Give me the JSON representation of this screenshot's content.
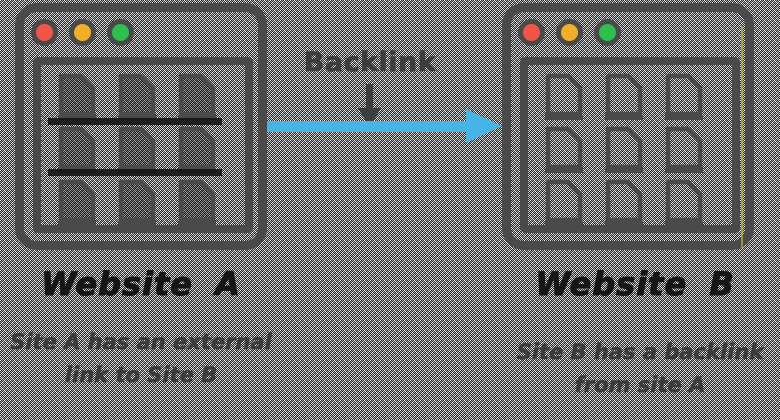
{
  "labels": {
    "backlink": "Backlink"
  },
  "website_a": {
    "title": "Website A",
    "caption": [
      "Site A has an external",
      "link to Site B"
    ]
  },
  "website_b": {
    "title": "Website B",
    "caption": [
      "Site B has a backlink",
      "from site A"
    ]
  },
  "colors": {
    "window_frame": "#4a4a4a",
    "traffic_red": "#f2544a",
    "traffic_yellow": "#f1ae2b",
    "traffic_green": "#2ebf4f",
    "arrow_blue": "#47b4e8",
    "annotation_text": "#3d3d3d",
    "title_text": "#161616",
    "caption_text": "#3b3b3b",
    "accent_teal": "#2aa79e",
    "accent_yellow": "#b9a93d"
  }
}
